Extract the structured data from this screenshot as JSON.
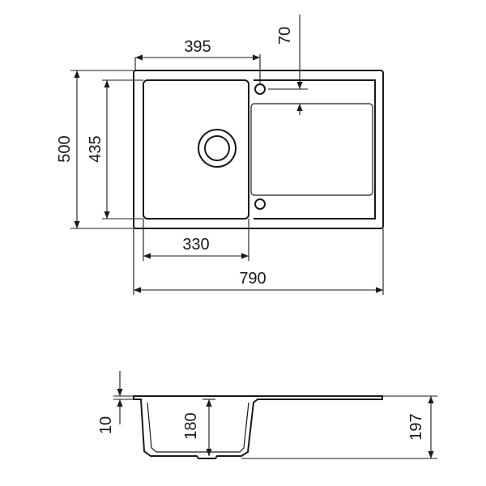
{
  "top_view": {
    "dimensions": {
      "bowl_offset": "395",
      "drainer_offset": "70",
      "overall_depth": "500",
      "bowl_depth": "435",
      "bowl_width": "330",
      "overall_width": "790"
    }
  },
  "section_view": {
    "dimensions": {
      "rim_step": "10",
      "bowl_height": "180",
      "overall_height": "197"
    }
  }
}
